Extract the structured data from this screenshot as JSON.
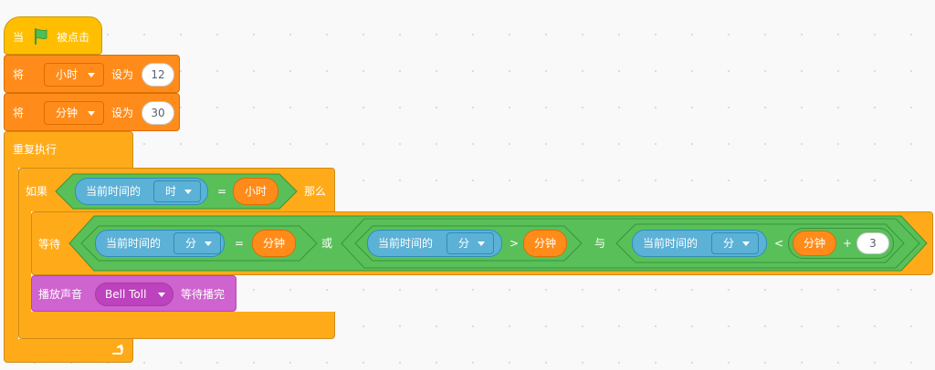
{
  "colors": {
    "events": "#ffbf00",
    "variables": "#ff8c1a",
    "control": "#ffab19",
    "operators": "#59c059",
    "sensing": "#5cb1d6",
    "sound": "#cf63cf",
    "flag": "#4cbf56"
  },
  "hat": {
    "label_when": "当",
    "flag_icon": "green-flag-icon",
    "label_clicked": "被点击"
  },
  "set_hour": {
    "label_set": "将",
    "variable": "小时",
    "label_to": "设为",
    "value": "12"
  },
  "set_minute": {
    "label_set": "将",
    "variable": "分钟",
    "label_to": "设为",
    "value": "30"
  },
  "forever": {
    "label": "重复执行",
    "loop_icon": "loop-arrow-icon"
  },
  "if_block": {
    "label_if": "如果",
    "label_then": "那么",
    "current_time_label": "当前时间的",
    "time_option": "时",
    "equals": "=",
    "hour_var": "小时"
  },
  "wait_block": {
    "label_wait": "等待",
    "cond1": {
      "current_time_label": "当前时间的",
      "time_option": "分",
      "op": "=",
      "var": "分钟"
    },
    "or_label": "或",
    "cond2": {
      "current_time_label": "当前时间的",
      "time_option": "分",
      "op": ">",
      "var": "分钟"
    },
    "and_label": "与",
    "cond3": {
      "current_time_label": "当前时间的",
      "time_option": "分",
      "op": "<",
      "var": "分钟",
      "plus": "+",
      "num": "3"
    }
  },
  "play_sound": {
    "label_play": "播放声音",
    "sound": "Bell Toll",
    "label_until_done": "等待播完"
  }
}
